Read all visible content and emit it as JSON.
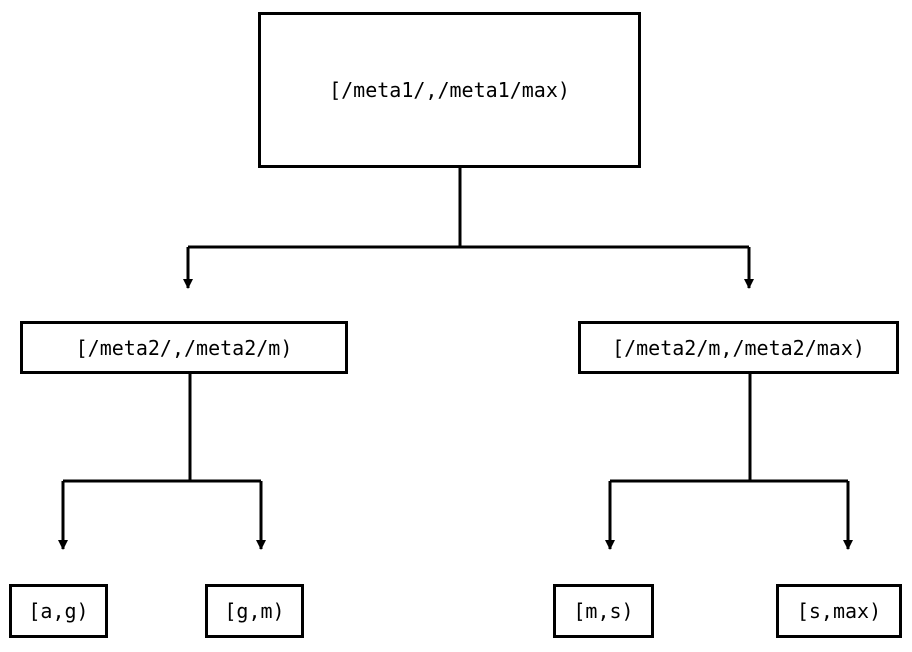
{
  "diagram": {
    "type": "tree",
    "orientation": "top-down",
    "background_color": "#ffffff",
    "line_color": "#000000",
    "text_color": "#000000",
    "nodes": {
      "root": {
        "label": "[/meta1/,/meta1/max)",
        "level": 0
      },
      "meta2_low": {
        "label": "[/meta2/,/meta2/m)",
        "level": 1
      },
      "meta2_high": {
        "label": "[/meta2/m,/meta2/max)",
        "level": 1
      },
      "leaf_ag": {
        "label": "[a,g)",
        "level": 2
      },
      "leaf_gm": {
        "label": "[g,m)",
        "level": 2
      },
      "leaf_ms": {
        "label": "[m,s)",
        "level": 2
      },
      "leaf_smax": {
        "label": "[s,max)",
        "level": 2
      }
    },
    "edges": [
      {
        "from": "root",
        "to": "meta2_low",
        "arrow": "down"
      },
      {
        "from": "root",
        "to": "meta2_high",
        "arrow": "down"
      },
      {
        "from": "meta2_low",
        "to": "leaf_ag",
        "arrow": "down"
      },
      {
        "from": "meta2_low",
        "to": "leaf_gm",
        "arrow": "down"
      },
      {
        "from": "meta2_high",
        "to": "leaf_ms",
        "arrow": "down"
      },
      {
        "from": "meta2_high",
        "to": "leaf_smax",
        "arrow": "down"
      }
    ]
  }
}
